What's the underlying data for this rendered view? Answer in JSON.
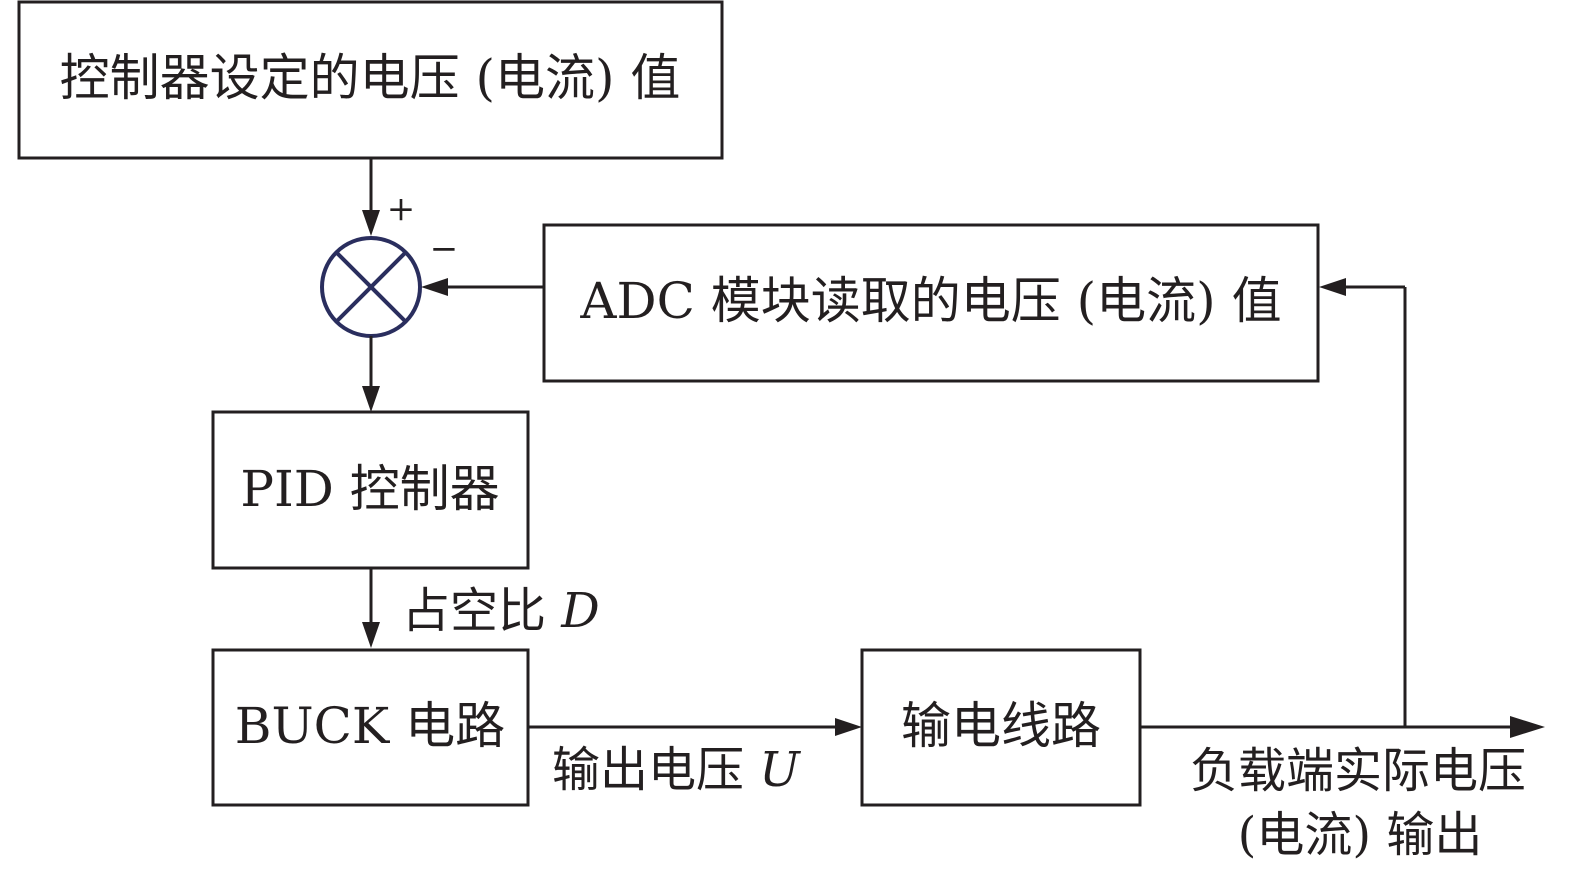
{
  "blocks": {
    "setpoint": "控制器设定的电压 (电流) 值",
    "adc": "ADC 模块读取的电压 (电流) 值",
    "pid": "PID 控制器",
    "buck": "BUCK 电路",
    "line": "输电线路"
  },
  "signs": {
    "plus": "+",
    "minus": "−"
  },
  "labels": {
    "duty_prefix": "占空比 ",
    "duty_symbol": "D",
    "vout_prefix": "输出电压 ",
    "vout_symbol": "U",
    "output_line1": "负载端实际电压",
    "output_line2": "(电流) 输出"
  },
  "colors": {
    "stroke": "#231f20",
    "summer": "#2a2e5e"
  }
}
